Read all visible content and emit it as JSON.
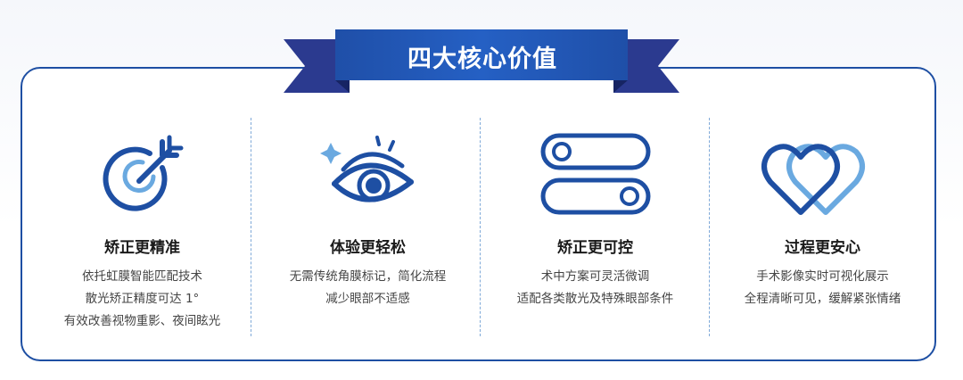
{
  "title": "四大核心价值",
  "colors": {
    "primary": "#1e4fa3",
    "accent": "#6aa9e0",
    "dark": "#2b3a8f"
  },
  "values": [
    {
      "icon": "target-arrow-icon",
      "heading": "矫正更精准",
      "lines": [
        "依托虹膜智能匹配技术",
        "散光矫正精度可达 1°",
        "有效改善视物重影、夜间眩光"
      ]
    },
    {
      "icon": "eye-icon",
      "heading": "体验更轻松",
      "lines": [
        "无需传统角膜标记，简化流程",
        "减少眼部不适感"
      ]
    },
    {
      "icon": "toggle-icon",
      "heading": "矫正更可控",
      "lines": [
        "术中方案可灵活微调",
        "适配各类散光及特殊眼部条件"
      ]
    },
    {
      "icon": "hearts-icon",
      "heading": "过程更安心",
      "lines": [
        "手术影像实时可视化展示",
        "全程清晰可见，缓解紧张情绪"
      ]
    }
  ]
}
